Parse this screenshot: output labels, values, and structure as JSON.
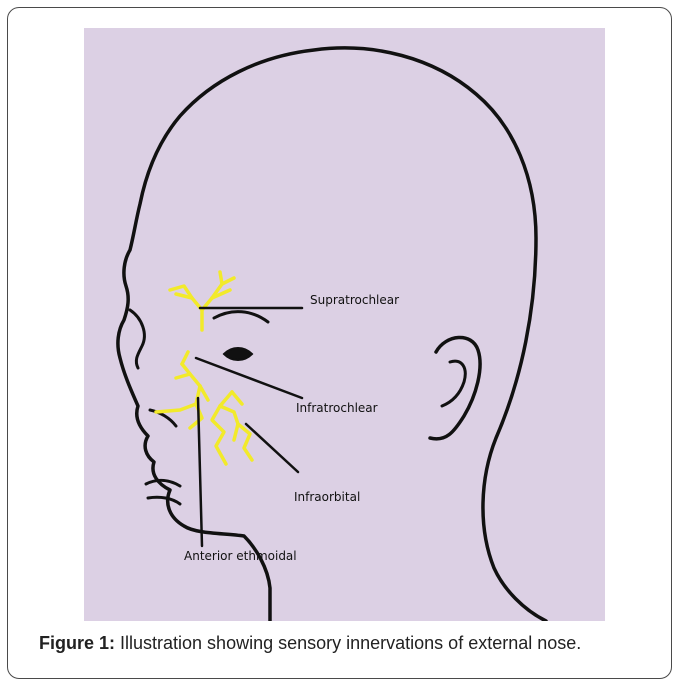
{
  "figure": {
    "labels": {
      "supratrochlear": "Supratrochlear",
      "infratrochlear": "Infratrochlear",
      "infraorbital": "Infraorbital",
      "anterior_ethmoidal": "Anterior ethmoidal"
    },
    "colors": {
      "background": "#dcd0e4",
      "outline": "#111111",
      "nerve": "#f2ea2a"
    }
  },
  "caption": {
    "label": "Figure 1:",
    "text": " Illustration showing sensory innervations of external nose."
  }
}
